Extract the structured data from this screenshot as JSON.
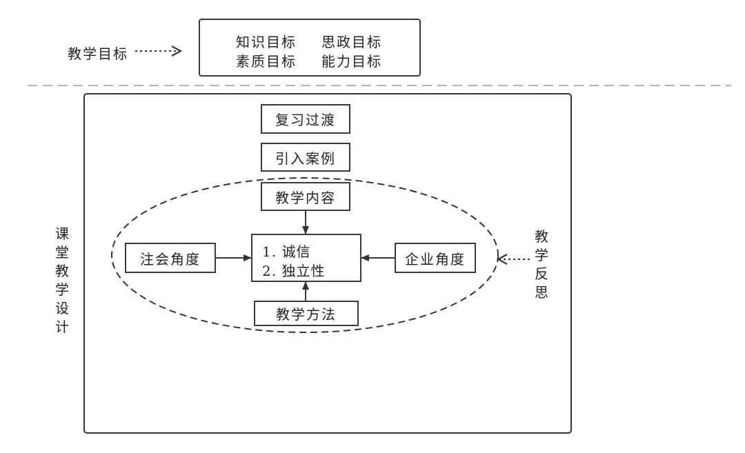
{
  "goals": {
    "label": "教学目标",
    "items": [
      "知识目标",
      "思政目标",
      "素质目标",
      "能力目标"
    ]
  },
  "design": {
    "side_label": "课堂教学设计",
    "reflection_label": "教学反思",
    "review": "复习过渡",
    "case": "引入案例",
    "content": "教学内容",
    "method": "教学方法",
    "social": "注会角度",
    "enterprise": "企业角度",
    "core": [
      "1. 诚信",
      "2. 独立性"
    ]
  }
}
